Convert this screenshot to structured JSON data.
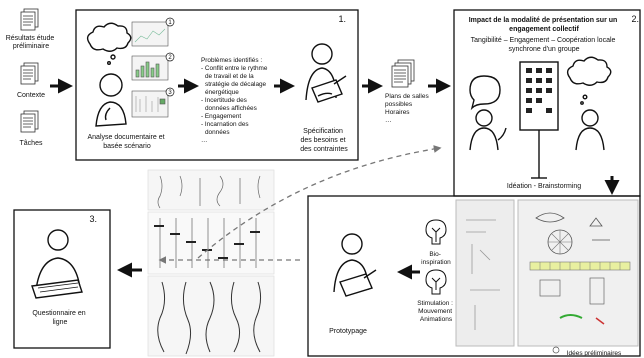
{
  "inputs": {
    "results": [
      "Résultats étude",
      "préliminaire"
    ],
    "context": "Contexte",
    "tasks": "Tâches"
  },
  "box1": {
    "number": "1.",
    "analysis_caption": [
      "Analyse documentaire et",
      "basée scénario"
    ],
    "problems": [
      "Problèmes identifiés :",
      "- Conflit entre le rythme",
      "de travail et de la",
      "stratégie de décalage",
      "énergétique",
      "- Incertitude des",
      "données affichées",
      "- Engagement",
      "- Incarnation des",
      "données",
      "…"
    ],
    "spec_caption": [
      "Spécification",
      "des besoins et",
      "des contraintes"
    ],
    "badges": [
      "1",
      "2",
      "3"
    ]
  },
  "plans": [
    "Plans de salles",
    "possibles",
    "Horaires",
    "…"
  ],
  "box2": {
    "number": "2.",
    "title": [
      "Impact de la modalité de présentation sur un",
      "engagement collectif"
    ],
    "subtitle": [
      "Tangibilité – Engagement – Coopération locale",
      "synchrone d'un groupe"
    ],
    "caption": "Idéation - Brainstorming"
  },
  "proto": {
    "bio": [
      "Bio-",
      "inspiration"
    ],
    "stim": [
      "Stimulation :",
      "Mouvement",
      "Animations"
    ],
    "caption": "Prototypage",
    "ideas": "Idées préliminaires"
  },
  "box3": {
    "number": "3.",
    "caption": [
      "Questionnaire en",
      "ligne"
    ]
  }
}
